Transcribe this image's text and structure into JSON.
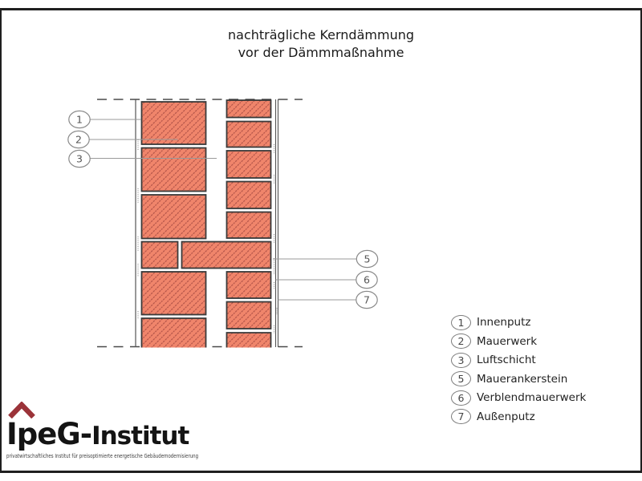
{
  "title": {
    "line1": "nachträgliche Kerndämmung",
    "line2": "vor der Dämmmaßnahme"
  },
  "diagram": {
    "callouts": [
      {
        "number": "1"
      },
      {
        "number": "2"
      },
      {
        "number": "3"
      },
      {
        "number": "5"
      },
      {
        "number": "6"
      },
      {
        "number": "7"
      }
    ],
    "colors": {
      "brick_fill": "#F0856B",
      "brick_hatch": "#B5564A",
      "brick_border": "#3A3A3A",
      "leader_gray": "#9A9A9A"
    }
  },
  "legend": {
    "items": [
      {
        "number": "1",
        "label": "Innenputz"
      },
      {
        "number": "2",
        "label": "Mauerwerk"
      },
      {
        "number": "3",
        "label": "Luftschicht"
      },
      {
        "number": "5",
        "label": "Mauerankerstein"
      },
      {
        "number": "6",
        "label": "Verblendmauerwerk"
      },
      {
        "number": "7",
        "label": "Außenputz"
      }
    ]
  },
  "logo": {
    "brand_primary": "IpeG-",
    "brand_secondary": "Institut",
    "tagline": "privatwirtschaftliches Institut für preisoptimierte energetische Gebäudemodernisierung",
    "roof_color": "#9B3339"
  }
}
